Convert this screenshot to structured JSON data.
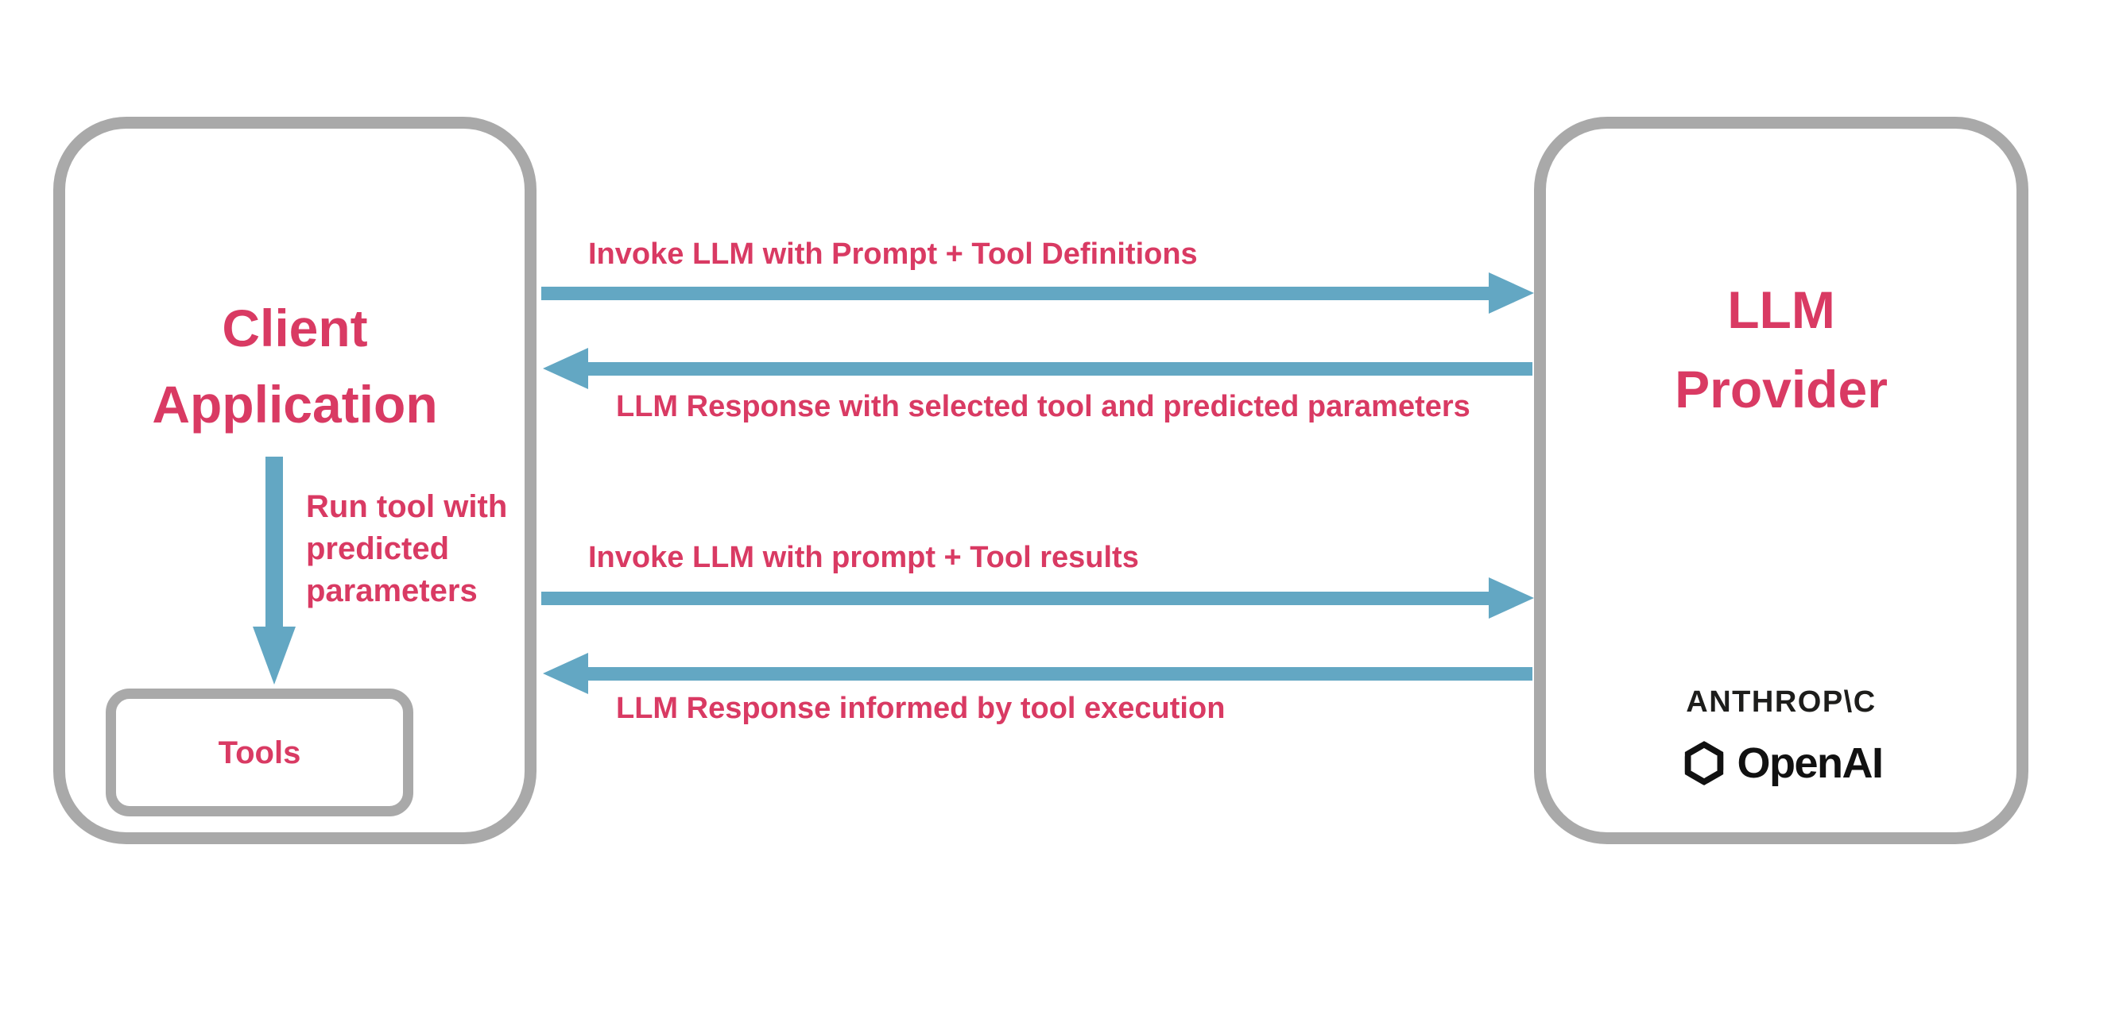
{
  "diagram": {
    "kind": "llm-tool-use-sequence",
    "colors": {
      "accent_pink": "#d93a63",
      "arrow_blue": "#63a7c3",
      "box_border_gray": "#a9a9a9",
      "logo_dark": "#1d1d1b",
      "background": "#ffffff"
    },
    "nodes": {
      "client": {
        "title": "Client\nApplication"
      },
      "tools": {
        "label": "Tools"
      },
      "llm": {
        "title": "LLM\nProvider",
        "logos": {
          "anthropic": "ANTHROP\\C",
          "openai": "OpenAI"
        }
      }
    },
    "flows": {
      "invoke_with_definitions": {
        "direction": "right",
        "label": "Invoke LLM with Prompt + Tool Definitions"
      },
      "response_with_selected_tool": {
        "direction": "left",
        "label": "LLM Response with selected tool and predicted parameters"
      },
      "run_tool": {
        "direction": "down",
        "label": "Run tool with\npredicted\nparameters"
      },
      "invoke_with_results": {
        "direction": "right",
        "label": "Invoke LLM with prompt + Tool results"
      },
      "response_informed": {
        "direction": "left",
        "label": "LLM Response informed by tool execution"
      }
    }
  }
}
